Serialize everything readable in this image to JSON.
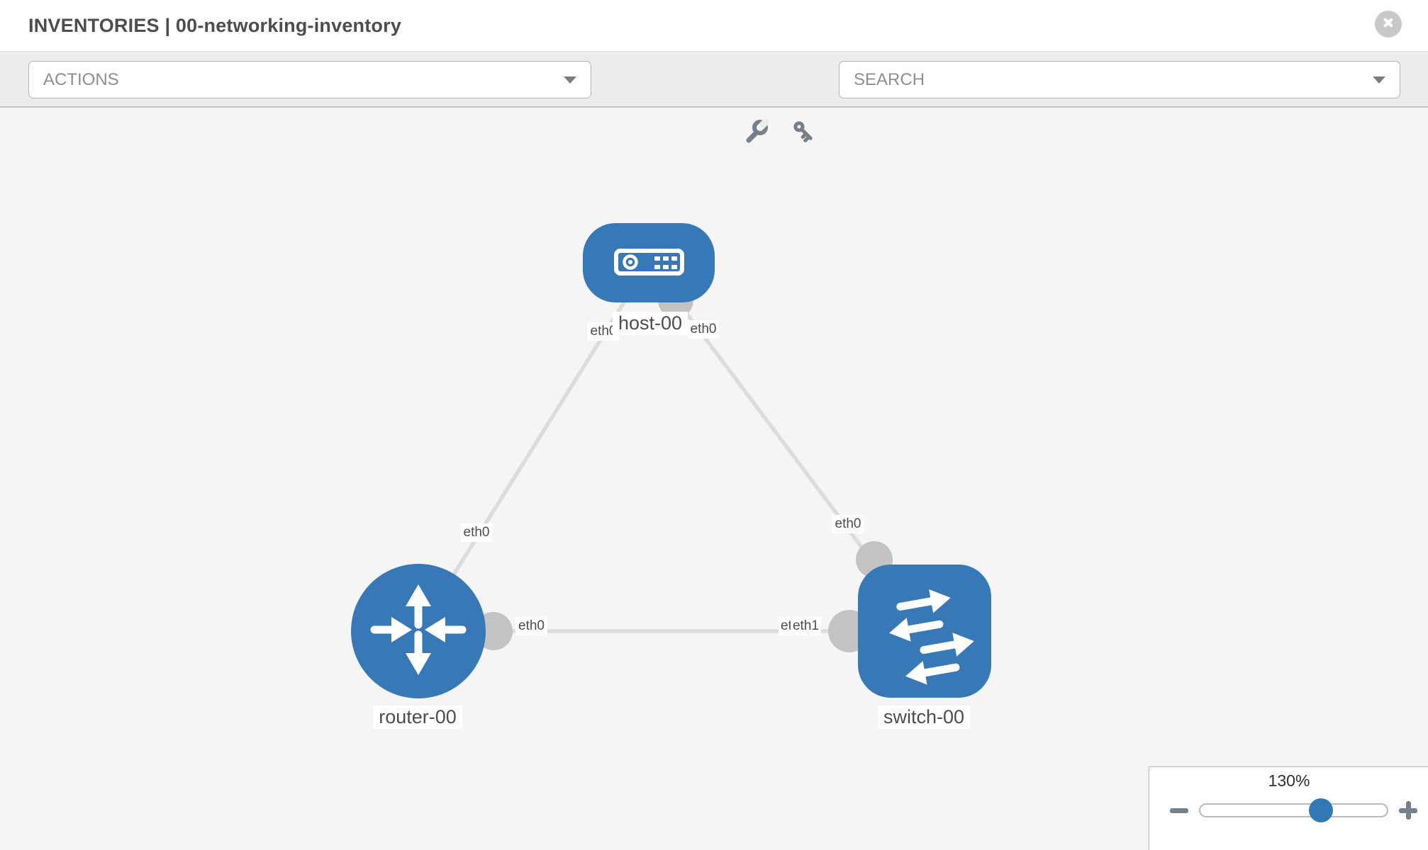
{
  "header": {
    "title": "INVENTORIES | 00-networking-inventory"
  },
  "toolbar": {
    "actions_label": "ACTIONS",
    "search_label": "SEARCH"
  },
  "topology": {
    "nodes": [
      {
        "label": "host-00",
        "type": "host"
      },
      {
        "label": "router-00",
        "type": "router"
      },
      {
        "label": "switch-00",
        "type": "switch"
      }
    ],
    "links": [
      {
        "from": "host-00",
        "to": "router-00",
        "from_interface": "eth0",
        "to_interface": "eth0"
      },
      {
        "from": "host-00",
        "to": "switch-00",
        "from_interface": "eth0",
        "to_interface": "eth0"
      },
      {
        "from": "router-00",
        "to": "switch-00",
        "from_interface": "eth0",
        "to_interface": "eth1"
      }
    ],
    "interface_labels": {
      "host_to_router": "eth0",
      "host_to_switch": "eth0",
      "router_uplink": "eth0",
      "switch_uplink": "eth0",
      "router_port": "eth0",
      "switch_port_under": "eth0",
      "switch_port_over": "eth1"
    }
  },
  "zoom_control": {
    "level": "130%"
  },
  "colors": {
    "node_blue": "#3779b6",
    "accent_handle": "#3178b5",
    "edge_gray": "#dcdcdc",
    "port_gray": "#c3c3c3",
    "canvas_bg": "#f5f5f5",
    "toolbar_bg": "#ececec",
    "icon_gray": "#76808a"
  }
}
